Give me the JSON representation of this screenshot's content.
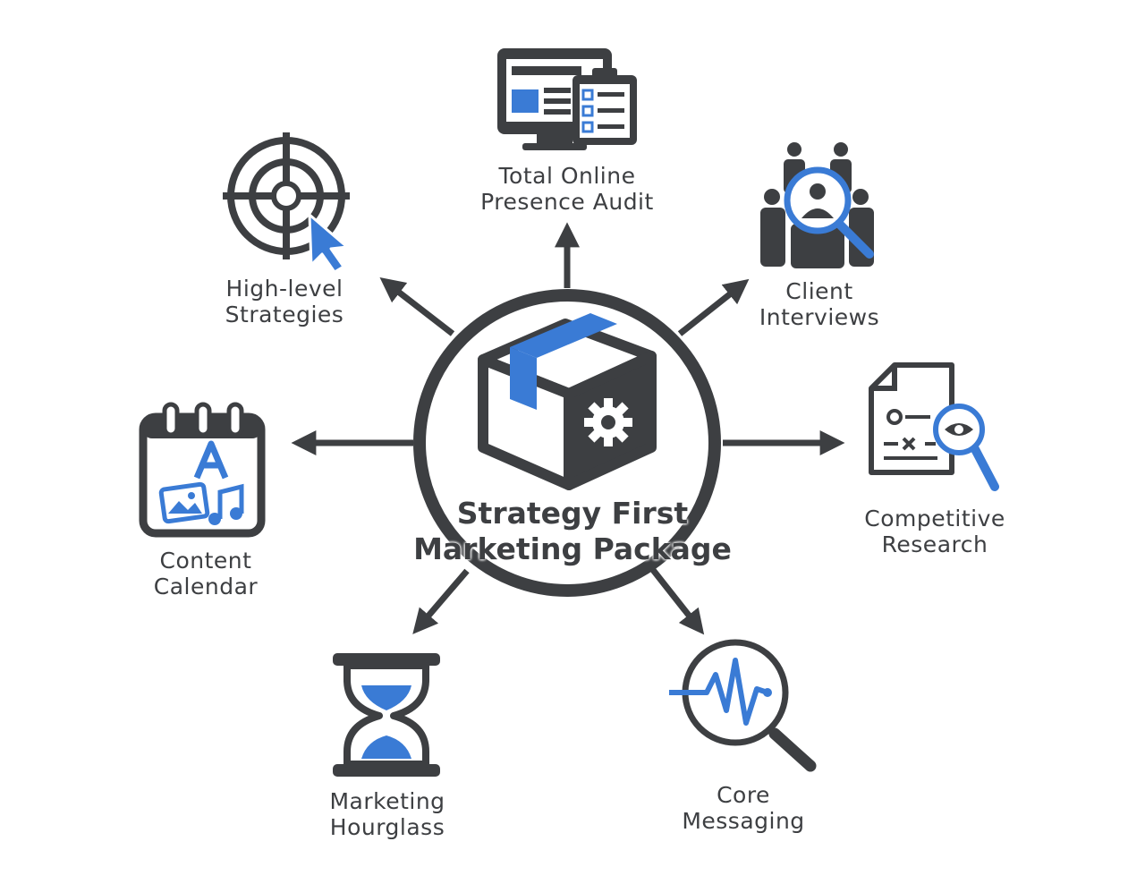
{
  "colors": {
    "dark": "#3d3f42",
    "accent": "#3a7bd5",
    "background": "#ffffff"
  },
  "hub": {
    "line1": "Strategy First",
    "line2": "Marketing Package",
    "icon": "box-gear-icon"
  },
  "nodes": [
    {
      "id": "audit",
      "line1": "Total Online",
      "line2": "Presence Audit",
      "icon": "monitor-checklist-icon"
    },
    {
      "id": "interviews",
      "line1": "Client",
      "line2": "Interviews",
      "icon": "people-magnifier-icon"
    },
    {
      "id": "research",
      "line1": "Competitive",
      "line2": "Research",
      "icon": "document-magnifier-icon"
    },
    {
      "id": "messaging",
      "line1": "Core",
      "line2": "Messaging",
      "icon": "waveform-magnifier-icon"
    },
    {
      "id": "hourglass",
      "line1": "Marketing",
      "line2": "Hourglass",
      "icon": "hourglass-icon"
    },
    {
      "id": "calendar",
      "line1": "Content",
      "line2": "Calendar",
      "icon": "calendar-media-icon"
    },
    {
      "id": "strategies",
      "line1": "High-level",
      "line2": "Strategies",
      "icon": "target-cursor-icon"
    }
  ]
}
